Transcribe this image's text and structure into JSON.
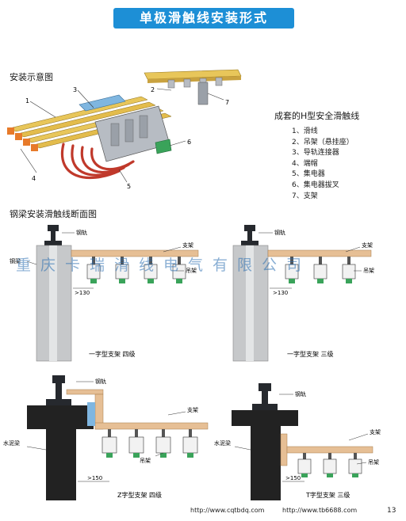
{
  "banner_title": "单极滑触线安装形式",
  "install_heading": "安装示意图",
  "callouts": [
    "1",
    "2",
    "3",
    "4",
    "5",
    "6",
    "7"
  ],
  "legend_title": "成套的H型安全滑触线",
  "legend_items": [
    "1、滑线",
    "2、吊架（悬挂座）",
    "3、导轨连接器",
    "4、端帽",
    "5、集电器",
    "6、集电器拔叉",
    "7、支架"
  ],
  "section_heading": "钢梁安装滑触线断面图",
  "labels": {
    "rail": "钢轨",
    "bracket": "支架",
    "steel_beam": "钢梁",
    "hanger": "吊架",
    "concrete_beam": "水泥梁",
    "dim_130": ">130",
    "dim_150": ">150"
  },
  "captions": {
    "d1": "一字型支架  四级",
    "d2": "一字型支架  三级",
    "d3": "Z字型支架  四级",
    "d4": "T字型支架  三级"
  },
  "watermark": "重庆卡瑞滑线电气有限公司",
  "footer": {
    "url1": "http://www.cqtbdq.com",
    "url2": "http://www.tb6688.com",
    "page": "13"
  },
  "colors": {
    "banner": "#1d8fd6",
    "rail_yellow": "#e8c65a",
    "cable_red": "#c0392b",
    "column_gray": "#c6c8ca",
    "concrete": "#222222",
    "bracket_tan": "#e6bf95",
    "collector_green": "#3aa35a"
  }
}
